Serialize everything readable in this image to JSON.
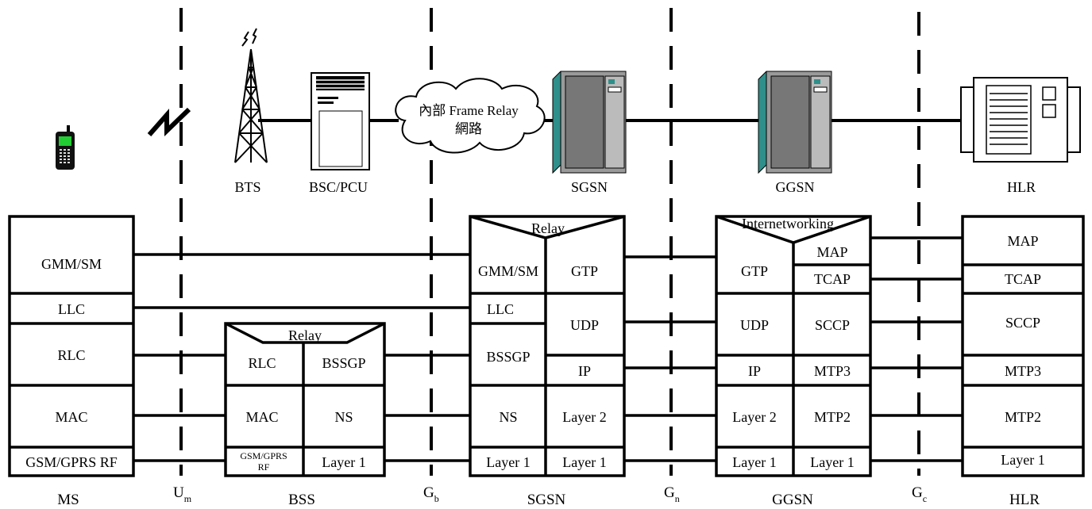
{
  "devices": {
    "bts": "BTS",
    "bsc": "BSC/PCU",
    "sgsn": "SGSN",
    "ggsn": "GGSN",
    "hlr": "HLR",
    "cloud_line1": "內部 Frame Relay",
    "cloud_line2": "網路"
  },
  "interfaces": {
    "um": {
      "main": "U",
      "sub": "m"
    },
    "gb": {
      "main": "G",
      "sub": "b"
    },
    "gn": {
      "main": "G",
      "sub": "n"
    },
    "gc": {
      "main": "G",
      "sub": "c"
    }
  },
  "stacks": {
    "ms": {
      "name": "MS",
      "gmm_sm": "GMM/SM",
      "llc": "LLC",
      "rlc": "RLC",
      "mac": "MAC",
      "rf": "GSM/GPRS RF"
    },
    "bss": {
      "name": "BSS",
      "relay": "Relay",
      "rlc": "RLC",
      "bssgp": "BSSGP",
      "mac": "MAC",
      "ns": "NS",
      "rf_line1": "GSM/GPRS",
      "rf_line2": "RF",
      "layer1": "Layer 1"
    },
    "sgsn": {
      "name": "SGSN",
      "relay": "Relay",
      "gmm_sm": "GMM/SM",
      "gtp": "GTP",
      "llc": "LLC",
      "udp": "UDP",
      "bssgp": "BSSGP",
      "ip": "IP",
      "ns": "NS",
      "layer2": "Layer 2",
      "layer1_left": "Layer 1",
      "layer1_right": "Layer 1"
    },
    "ggsn": {
      "name": "GGSN",
      "internetworking": "Internetworking",
      "gtp": "GTP",
      "map": "MAP",
      "tcap": "TCAP",
      "udp": "UDP",
      "sccp": "SCCP",
      "ip": "IP",
      "mtp3": "MTP3",
      "layer2": "Layer 2",
      "mtp2": "MTP2",
      "layer1_left": "Layer 1",
      "layer1_right": "Layer 1"
    },
    "hlr": {
      "name": "HLR",
      "map": "MAP",
      "tcap": "TCAP",
      "sccp": "SCCP",
      "mtp3": "MTP3",
      "mtp2": "MTP2",
      "layer1": "Layer 1"
    }
  },
  "colors": {
    "line": "#000000",
    "server_teal": "#2f8f8a",
    "server_gray": "#9a9a9a",
    "phone_screen": "#22cc33"
  }
}
